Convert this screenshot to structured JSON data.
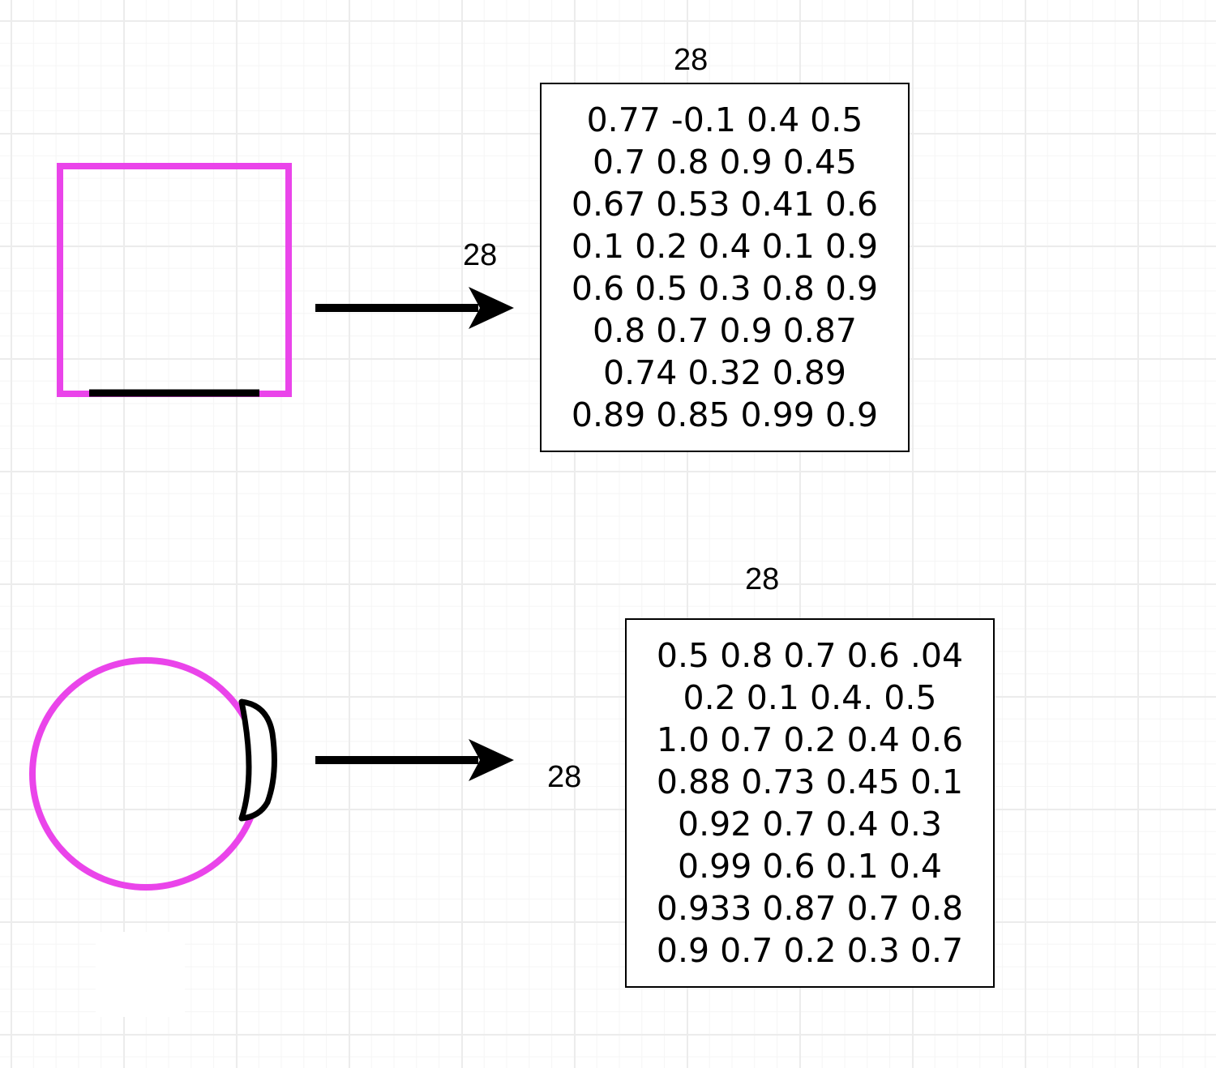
{
  "colors": {
    "shape_outline": "#ea44ea",
    "feature_stroke": "#000000",
    "grid_line": "#ececec"
  },
  "top": {
    "shape": "square",
    "feature": "bottom-edge",
    "width_label": "28",
    "height_label": "28",
    "matrix_rows": [
      "0.77 -0.1 0.4 0.5",
      "0.7 0.8 0.9 0.45",
      "0.67 0.53 0.41 0.6",
      "0.1 0.2 0.4 0.1 0.9",
      "0.6 0.5 0.3 0.8 0.9",
      "0.8 0.7 0.9 0.87",
      "0.74 0.32 0.89",
      "0.89 0.85 0.99 0.9"
    ]
  },
  "bottom": {
    "shape": "circle",
    "feature": "right-side-curve",
    "width_label": "28",
    "height_label": "28",
    "matrix_rows": [
      "0.5 0.8 0.7 0.6 .04",
      "0.2 0.1 0.4. 0.5",
      "1.0 0.7 0.2 0.4 0.6",
      "0.88 0.73 0.45 0.1",
      "0.92 0.7 0.4 0.3",
      "0.99 0.6 0.1 0.4",
      "0.933 0.87 0.7 0.8",
      "0.9 0.7 0.2 0.3 0.7"
    ]
  }
}
